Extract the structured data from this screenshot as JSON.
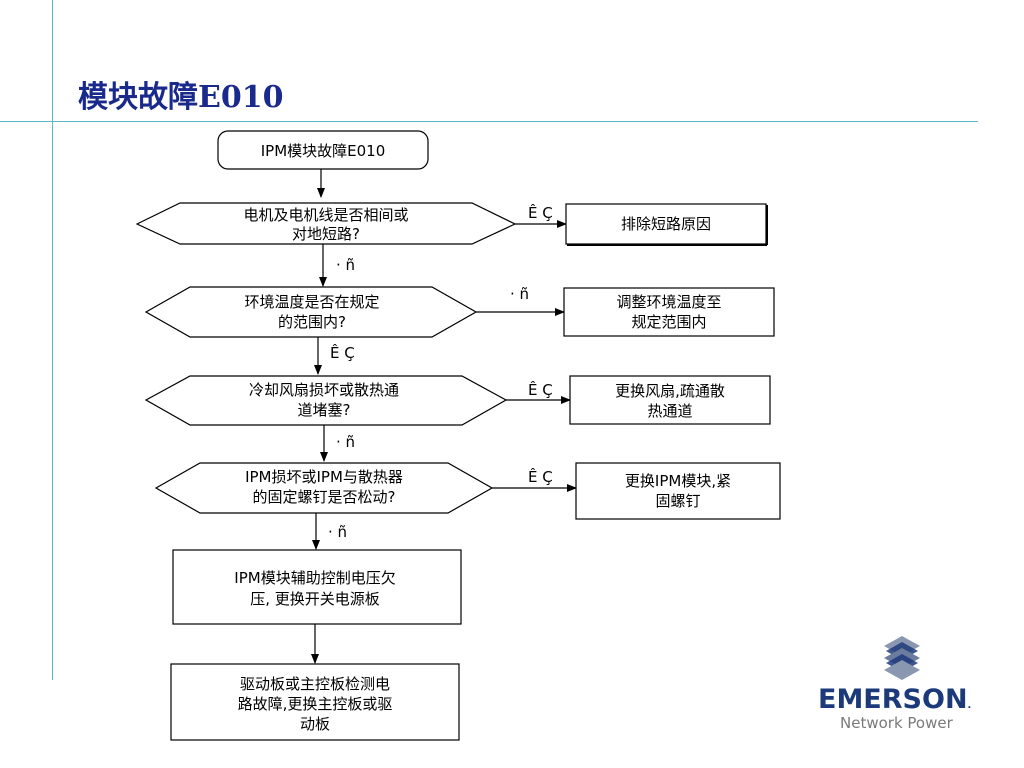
{
  "slide": {
    "title": "模块故障E010"
  },
  "flowchart": {
    "start": "IPM模块故障E010",
    "d1": {
      "line1": "电机及电机线是否相间或",
      "line2": "对地短路?"
    },
    "a1": "排除短路原因",
    "d2": {
      "line1": "环境温度是否在规定",
      "line2": "的范围内?"
    },
    "a2": {
      "line1": "调整环境温度至",
      "line2": "规定范围内"
    },
    "d3": {
      "line1": "冷却风扇损坏或散热通",
      "line2": "道堵塞?"
    },
    "a3": {
      "line1": "更换风扇,疏通散",
      "line2": "热通道"
    },
    "d4": {
      "line1": "IPM损坏或IPM与散热器",
      "line2": "的固定螺钉是否松动?"
    },
    "a4": {
      "line1": "更换IPM模块,紧",
      "line2": "固螺钉"
    },
    "p1": {
      "line1": "IPM模块辅助控制电压欠",
      "line2": "压, 更换开关电源板"
    },
    "p2": {
      "line1": "驱动板或主控板检测电",
      "line2": "路故障,更换主控板或驱",
      "line3": "动板"
    },
    "labels": {
      "yes": "Ê Ç",
      "no": "· ñ"
    }
  },
  "logo": {
    "word": "EMERSON",
    "tm": ".",
    "sub": "Network Power"
  }
}
